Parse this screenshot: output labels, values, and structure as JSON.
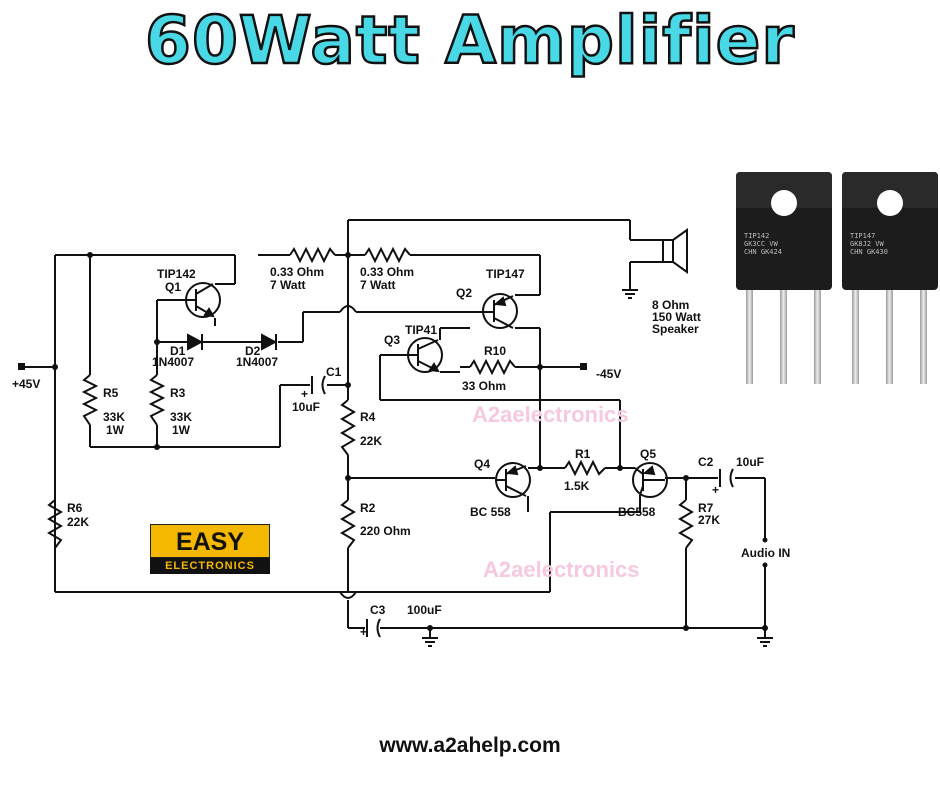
{
  "title": "60Watt Amplifier",
  "footer": "www.a2ahelp.com",
  "watermark": "A2aelectronics",
  "logo": {
    "top": "EASY",
    "bottom": "ELECTRONICS"
  },
  "supply": {
    "positive": "+45V",
    "negative": "-45V"
  },
  "speaker": {
    "line1": "8 Ohm",
    "line2": "150 Watt",
    "line3": "Speaker"
  },
  "input": "Audio IN",
  "components": {
    "q1": {
      "type": "TIP142",
      "ref": "Q1"
    },
    "q2": {
      "type": "TIP147",
      "ref": "Q2"
    },
    "q3": {
      "type": "TIP41",
      "ref": "Q3"
    },
    "q4": {
      "ref": "Q4",
      "type": "BC 558"
    },
    "q5": {
      "ref": "Q5",
      "type": "BC558"
    },
    "d1": {
      "ref": "D1",
      "type": "1N4007"
    },
    "d2": {
      "ref": "D2",
      "type": "1N4007"
    },
    "r_e1": {
      "value": "0.33 Ohm",
      "power": "7 Watt"
    },
    "r_e2": {
      "value": "0.33 Ohm",
      "power": "7 Watt"
    },
    "r1": {
      "ref": "R1",
      "value": "1.5K"
    },
    "r2": {
      "ref": "R2",
      "value": "220 Ohm"
    },
    "r3": {
      "ref": "R3",
      "value": "33K",
      "power": "1W"
    },
    "r4": {
      "ref": "R4",
      "value": "22K"
    },
    "r5": {
      "ref": "R5",
      "value": "33K",
      "power": "1W"
    },
    "r6": {
      "ref": "R6",
      "value": "22K"
    },
    "r7": {
      "ref": "R7",
      "value": "27K"
    },
    "r10": {
      "ref": "R10",
      "value": "33 Ohm"
    },
    "c1": {
      "ref": "C1",
      "value": "10uF",
      "polarity": "+"
    },
    "c2": {
      "ref": "C2",
      "value": "10uF",
      "polarity": "+"
    },
    "c3": {
      "ref": "C3",
      "value": "100uF",
      "polarity": "+"
    }
  },
  "photos": [
    {
      "text": "TIP142\nGK3CC VW\nCHN GK424"
    },
    {
      "text": "TIP147\nGK8J2 VW\nCHN GK430"
    }
  ]
}
